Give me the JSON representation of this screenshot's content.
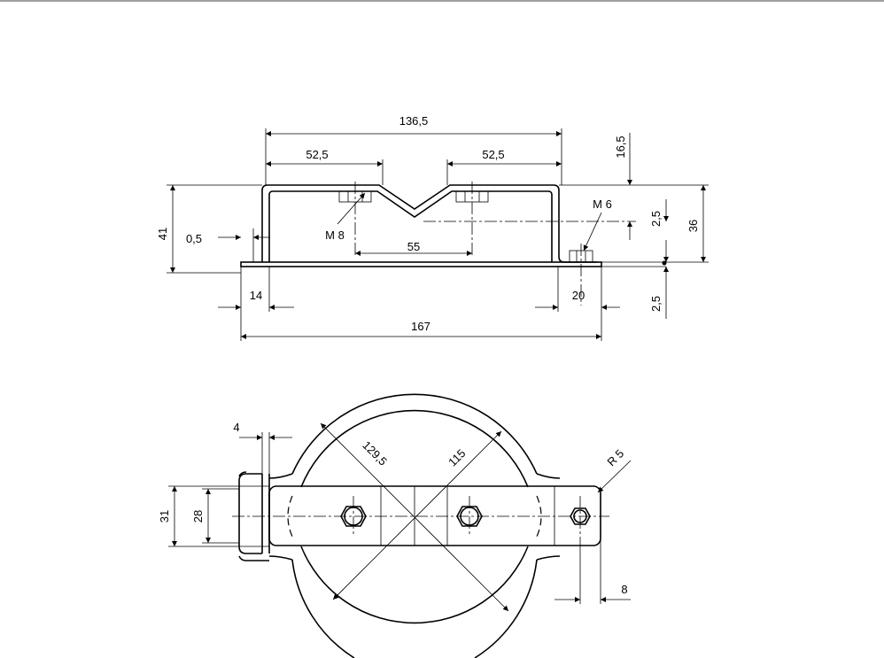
{
  "side_view": {
    "overall_length": "136,5",
    "left_half": "52,5",
    "right_half": "52,5",
    "height_total": "41",
    "wall": "0,5",
    "hole_spacing": "55",
    "thread_large": "M 8",
    "thread_small": "M 6",
    "top_offset": "16,5",
    "offset_a": "2,5",
    "height_right": "36",
    "offset_b": "2,5",
    "left_flange": "14",
    "right_flange": "20",
    "base_length": "167"
  },
  "top_view": {
    "gap": "4",
    "diameter_outer": "129,5",
    "diameter_inner": "115",
    "radius": "R 5",
    "width_outer": "31",
    "width_inner": "28",
    "slot": "8"
  }
}
